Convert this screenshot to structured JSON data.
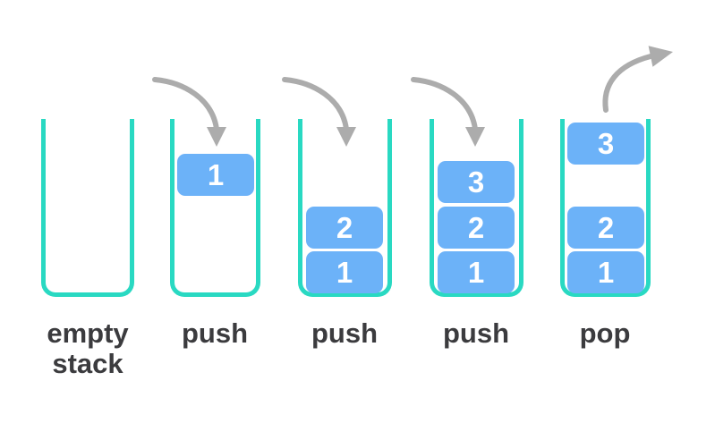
{
  "diagram": {
    "description": "Stack data structure operations showing push and pop",
    "colors": {
      "container_teal": "#29D9C2",
      "block_blue": "#6CB2F8",
      "arrow_gray": "#ACACAC",
      "label_dark": "#3B3B3E",
      "block_text": "#FFFFFF",
      "background": "#FFFFFF"
    },
    "stacks": [
      {
        "label": "empty stack",
        "arrow": "none",
        "blocks": []
      },
      {
        "label": "push",
        "arrow": "push-down",
        "blocks": [
          {
            "value": "1",
            "state": "falling"
          }
        ]
      },
      {
        "label": "push",
        "arrow": "push-down",
        "blocks": [
          {
            "value": "2",
            "state": "stacked"
          },
          {
            "value": "1",
            "state": "stacked"
          }
        ]
      },
      {
        "label": "push",
        "arrow": "push-down",
        "blocks": [
          {
            "value": "3",
            "state": "stacked"
          },
          {
            "value": "2",
            "state": "stacked"
          },
          {
            "value": "1",
            "state": "stacked"
          }
        ]
      },
      {
        "label": "pop",
        "arrow": "pop-up",
        "blocks": [
          {
            "value": "3",
            "state": "popping"
          },
          {
            "value": "2",
            "state": "stacked"
          },
          {
            "value": "1",
            "state": "stacked"
          }
        ]
      }
    ]
  }
}
